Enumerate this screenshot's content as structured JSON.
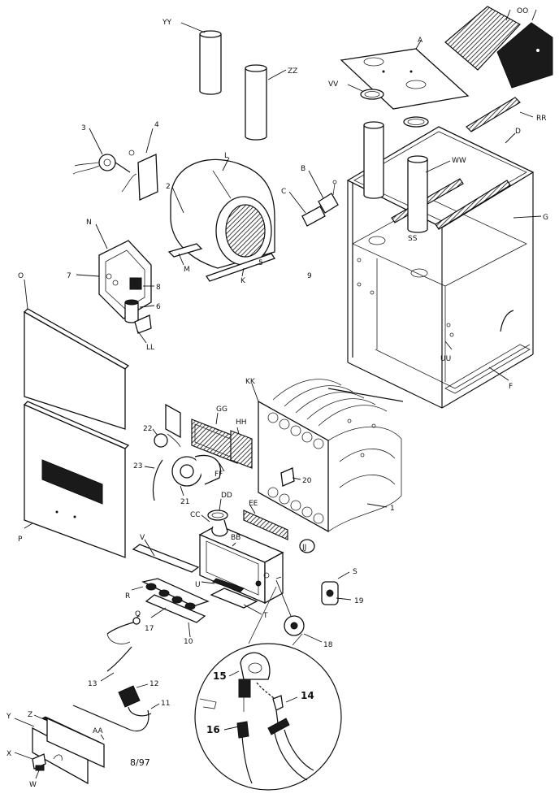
{
  "callouts": {
    "oo": "OO",
    "yy": "YY",
    "zz": "ZZ",
    "a": "A",
    "vv": "VV",
    "rr": "RR",
    "p3": "3",
    "p4": "4",
    "l": "L",
    "p2": "2",
    "d": "D",
    "ww": "WW",
    "b": "B",
    "c": "C",
    "ss": "SS",
    "g": "G",
    "n": "N",
    "o": "O",
    "p7": "7",
    "p8": "8",
    "p6": "6",
    "m": "M",
    "k": "K",
    "p5": "5",
    "p9": "9",
    "ll": "LL",
    "uu": "UU",
    "f": "F",
    "kk": "KK",
    "gg": "GG",
    "hh": "HH",
    "p22": "22",
    "p23": "23",
    "ff": "FF",
    "p21": "21",
    "p20": "20",
    "p1": "1",
    "dd": "DD",
    "ee": "EE",
    "cc": "CC",
    "bb": "BB",
    "jj": "JJ",
    "p": "P",
    "v": "V",
    "r": "R",
    "u": "U",
    "t": "T",
    "s": "S",
    "p19": "19",
    "q": "Q",
    "p17": "17",
    "p10": "10",
    "p18": "18",
    "p13": "13",
    "p12": "12",
    "p11": "11",
    "p15": "15",
    "p14": "14",
    "p16": "16",
    "y": "Y",
    "z": "Z",
    "aa": "AA",
    "x": "X",
    "w": "W"
  },
  "date_code": "8/97"
}
